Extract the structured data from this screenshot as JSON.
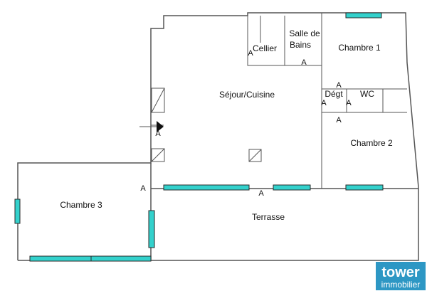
{
  "rooms": {
    "sejour": "Séjour/Cuisine",
    "cellier": "Cellier",
    "salle_de_bains_line1": "Salle de",
    "salle_de_bains_line2": "Bains",
    "chambre1": "Chambre 1",
    "degt": "Dégt",
    "wc": "WC",
    "chambre2": "Chambre 2",
    "chambre3": "Chambre 3",
    "terrasse": "Terrasse"
  },
  "markers": {
    "a": "A"
  },
  "logo": {
    "line1": "tower",
    "line2": "immobilier",
    "color": "#2d97c4"
  },
  "colors": {
    "window": "#33d1cc",
    "wall": "#555555"
  }
}
